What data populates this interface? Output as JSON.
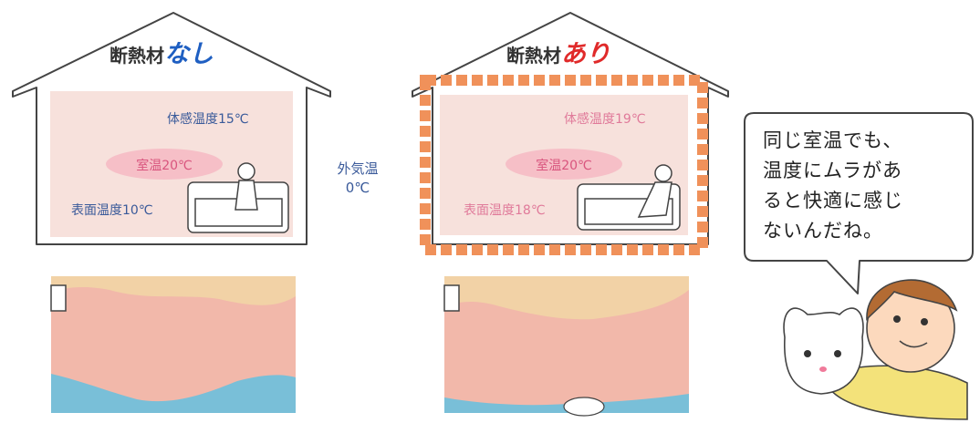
{
  "left_house": {
    "title_prefix": "断熱材",
    "title_emph": "なし",
    "emph_color": "#1f5fc2",
    "felt_temp": "体感温度15℃",
    "room_temp": "室温20℃",
    "surface_temp": "表面温度10℃"
  },
  "outside": {
    "label": "外気温",
    "value": "0℃"
  },
  "right_house": {
    "title_prefix": "断熱材",
    "title_emph": "あり",
    "emph_color": "#e02a2a",
    "felt_temp": "体感温度19℃",
    "room_temp": "室温20℃",
    "surface_temp": "表面温度18℃"
  },
  "speech": {
    "lines": [
      "同じ室温でも、",
      "温度にムラがあ",
      "ると快適に感じ",
      "ないんだね。"
    ]
  },
  "colors": {
    "room_fill": "#f7e1dc",
    "oval_fill": "#f6bfc7",
    "insulation": "#f0915a",
    "warm": "#f2b8aa",
    "hot": "#f2d2a6",
    "cold": "#79bfd8"
  }
}
